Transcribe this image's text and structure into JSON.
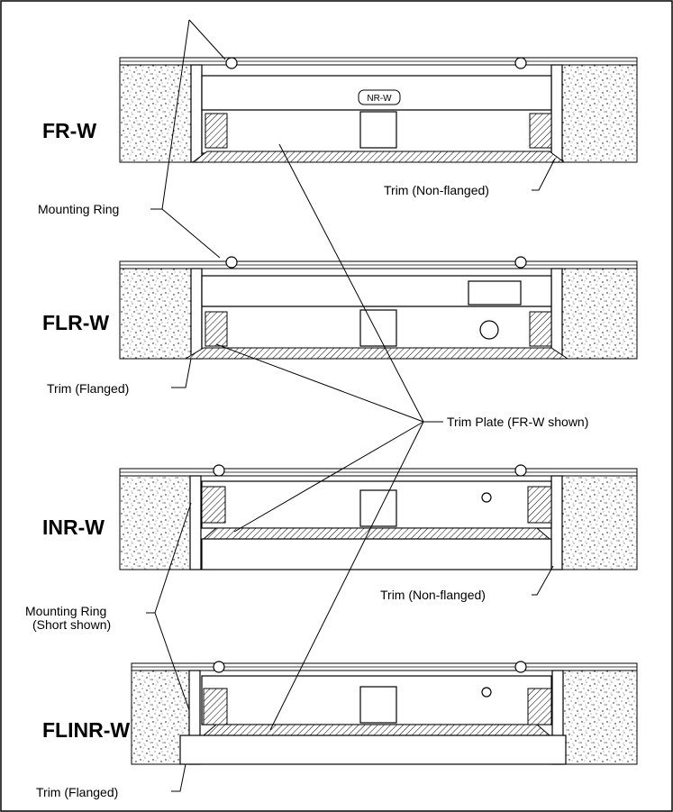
{
  "models": [
    {
      "id": "fr-w",
      "label": "FR-W"
    },
    {
      "id": "flr-w",
      "label": "FLR-W"
    },
    {
      "id": "inr-w",
      "label": "INR-W"
    },
    {
      "id": "flinr-w",
      "label": "FLINR-W"
    }
  ],
  "callouts": {
    "mounting_ring": "Mounting Ring",
    "trim_non_flanged_top": "Trim (Non-flanged)",
    "trim_flanged_top": "Trim (Flanged)",
    "trim_plate": "Trim Plate (FR-W shown)",
    "trim_non_flanged_bottom": "Trim (Non-flanged)",
    "mounting_ring_short_line1": "Mounting Ring",
    "mounting_ring_short_line2": "(Short shown)",
    "trim_flanged_bottom": "Trim (Flanged)"
  },
  "badge_text": "NR-W"
}
